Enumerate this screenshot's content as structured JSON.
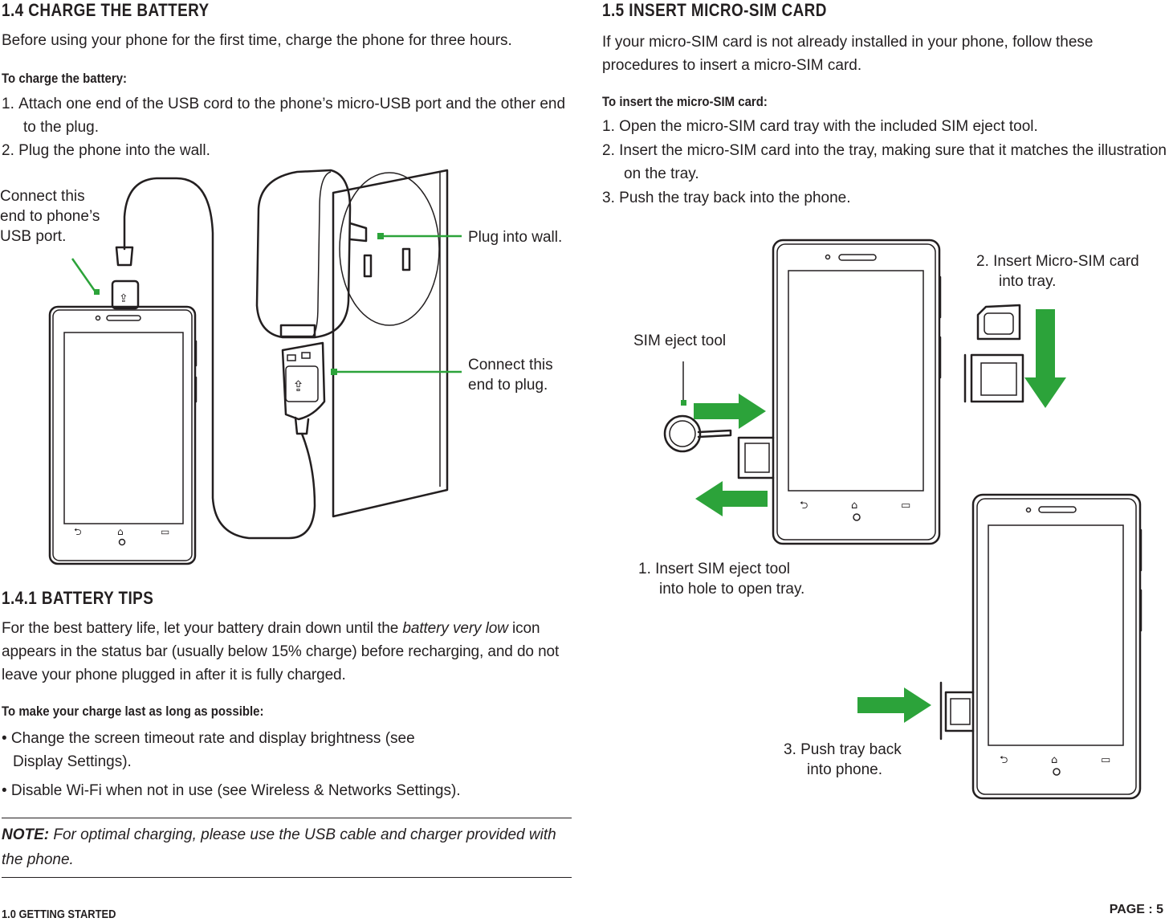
{
  "left": {
    "heading": "1.4 CHARGE THE BATTERY",
    "intro": "Before using your phone for the first time, charge the phone for three hours.",
    "subheading": "To charge the battery:",
    "steps": [
      {
        "num": "1.",
        "text": "Attach one end of the USB cord to the phone’s micro-USB port and the other end to the plug."
      },
      {
        "num": "2.",
        "text": "Plug the phone into the wall."
      }
    ],
    "figure_labels": {
      "phone_port": "Connect this end to phone’s USB port.",
      "wall": "Plug into wall.",
      "plug": "Connect this end to plug."
    },
    "tips_heading": "1.4.1 BATTERY TIPS",
    "tips_text_before": "For the best battery life, let your battery drain down until the ",
    "tips_text_em": "battery very low",
    "tips_text_after": " icon appears in the status bar (usually below 15% charge) before recharging, and do not leave your phone plugged in after it is fully charged.",
    "charge_subheading": "To make your charge last as long as possible:",
    "bullets": [
      "• Change the screen timeout rate and display brightness (see Display Settings).",
      "• Disable Wi-Fi when not in use (see Wireless & Networks Settings)."
    ],
    "note_label": "NOTE:",
    "note_text": " For optimal charging, please use the USB cable and charger provided with the phone."
  },
  "right": {
    "heading": "1.5 INSERT MICRO-SIM CARD",
    "intro": "If your micro-SIM card is not already installed in your phone, follow these procedures to insert a micro-SIM card.",
    "subheading": "To insert the micro-SIM card:",
    "steps": [
      {
        "num": "1.",
        "text": "Open the micro-SIM card tray with the included SIM eject tool."
      },
      {
        "num": "2.",
        "text": "Insert the micro-SIM card into the tray, making sure that it matches the illustration on the tray."
      },
      {
        "num": "3.",
        "text": "Push the tray back into the phone."
      }
    ],
    "figure_labels": {
      "eject_tool": "SIM eject tool",
      "step1_line1": "1. Insert SIM eject tool",
      "step1_line2": "into hole to open tray.",
      "step2_line1": "2. Insert Micro-SIM card",
      "step2_line2": "into tray.",
      "step3_line1": "3. Push tray back",
      "step3_line2": "into phone."
    }
  },
  "footer": {
    "section": "1.0 GETTING STARTED",
    "page": "PAGE : 5"
  },
  "colors": {
    "accent_green": "#2ca33a",
    "text": "#231f20"
  }
}
